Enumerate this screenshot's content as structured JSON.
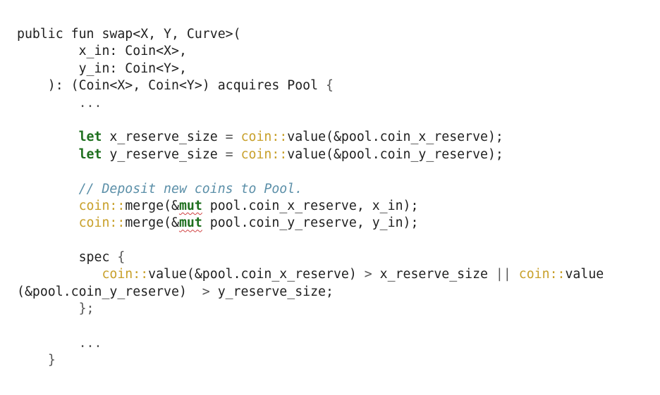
{
  "code": {
    "lines": [
      [
        {
          "t": "public fun swap<X, Y, Curve>(",
          "c": "plain"
        }
      ],
      [
        {
          "t": "        x_in: Coin<X>,",
          "c": "plain"
        }
      ],
      [
        {
          "t": "        y_in: Coin<Y>,",
          "c": "plain"
        }
      ],
      [
        {
          "t": "    ): (Coin<X>, Coin<Y>) acquires Pool ",
          "c": "plain"
        },
        {
          "t": "{",
          "c": "punc"
        }
      ],
      [
        {
          "t": "        ...",
          "c": "punc"
        }
      ],
      [
        {
          "t": "",
          "c": "plain"
        }
      ],
      [
        {
          "t": "        ",
          "c": "plain"
        },
        {
          "t": "let",
          "c": "kw"
        },
        {
          "t": " x_reserve_size ",
          "c": "plain"
        },
        {
          "t": "=",
          "c": "punc"
        },
        {
          "t": " ",
          "c": "plain"
        },
        {
          "t": "coin::",
          "c": "mod"
        },
        {
          "t": "value(&pool.coin_x_reserve);",
          "c": "plain"
        }
      ],
      [
        {
          "t": "        ",
          "c": "plain"
        },
        {
          "t": "let",
          "c": "kw"
        },
        {
          "t": " y_reserve_size ",
          "c": "plain"
        },
        {
          "t": "=",
          "c": "punc"
        },
        {
          "t": " ",
          "c": "plain"
        },
        {
          "t": "coin::",
          "c": "mod"
        },
        {
          "t": "value(&pool.coin_y_reserve);",
          "c": "plain"
        }
      ],
      [
        {
          "t": "",
          "c": "plain"
        }
      ],
      [
        {
          "t": "        ",
          "c": "plain"
        },
        {
          "t": "// Deposit new coins to Pool.",
          "c": "com"
        }
      ],
      [
        {
          "t": "        ",
          "c": "plain"
        },
        {
          "t": "coin::",
          "c": "mod"
        },
        {
          "t": "merge(&",
          "c": "plain"
        },
        {
          "t": "mut",
          "c": "mut"
        },
        {
          "t": " pool.coin_x_reserve, x_in);",
          "c": "plain"
        }
      ],
      [
        {
          "t": "        ",
          "c": "plain"
        },
        {
          "t": "coin::",
          "c": "mod"
        },
        {
          "t": "merge(&",
          "c": "plain"
        },
        {
          "t": "mut",
          "c": "mut"
        },
        {
          "t": " pool.coin_y_reserve, y_in);",
          "c": "plain"
        }
      ],
      [
        {
          "t": "",
          "c": "plain"
        }
      ],
      [
        {
          "t": "        spec ",
          "c": "plain"
        },
        {
          "t": "{",
          "c": "punc"
        }
      ],
      [
        {
          "t": "           ",
          "c": "plain"
        },
        {
          "t": "coin::",
          "c": "mod"
        },
        {
          "t": "value(&pool.coin_x_reserve) ",
          "c": "plain"
        },
        {
          "t": ">",
          "c": "punc"
        },
        {
          "t": " x_reserve_size ",
          "c": "plain"
        },
        {
          "t": "||",
          "c": "punc"
        },
        {
          "t": " ",
          "c": "plain"
        },
        {
          "t": "coin::",
          "c": "mod"
        },
        {
          "t": "value",
          "c": "plain"
        }
      ],
      [
        {
          "t": "(&pool.coin_y_reserve)  ",
          "c": "plain"
        },
        {
          "t": ">",
          "c": "punc"
        },
        {
          "t": " y_reserve_size;",
          "c": "plain"
        }
      ],
      [
        {
          "t": "        ",
          "c": "plain"
        },
        {
          "t": "};",
          "c": "punc"
        }
      ],
      [
        {
          "t": "",
          "c": "plain"
        }
      ],
      [
        {
          "t": "        ...",
          "c": "punc"
        }
      ],
      [
        {
          "t": "    ",
          "c": "plain"
        },
        {
          "t": "}",
          "c": "punc"
        }
      ]
    ]
  }
}
